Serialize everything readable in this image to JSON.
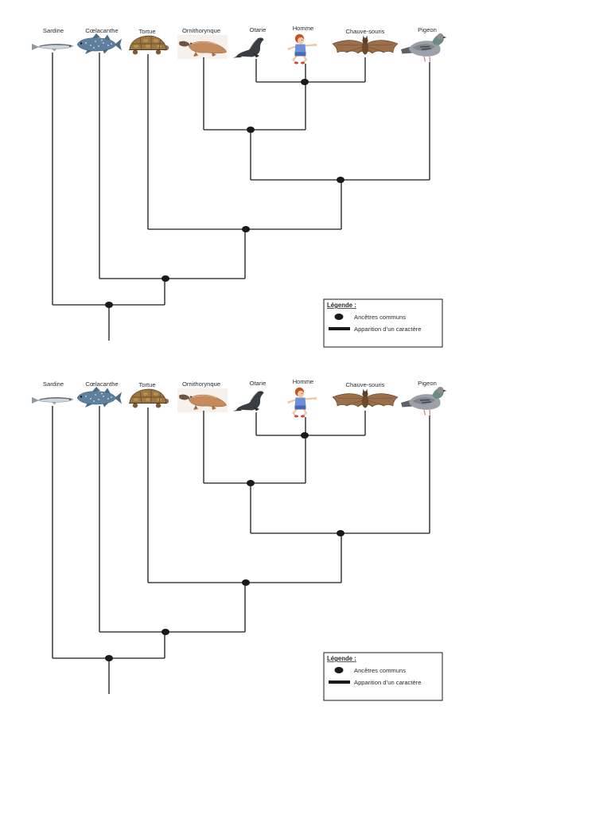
{
  "cladogram": {
    "taxa": [
      {
        "label": "Sardine",
        "image": "sardine"
      },
      {
        "label": "Cœlacanthe",
        "image": "coelacanth"
      },
      {
        "label": "Tortue",
        "image": "tortoise"
      },
      {
        "label": "Ornithorynque",
        "image": "platypus"
      },
      {
        "label": "Otarie",
        "image": "sea-lion"
      },
      {
        "label": "Homme",
        "image": "human"
      },
      {
        "label": "Chauve-souris",
        "image": "bat"
      },
      {
        "label": "Pigeon",
        "image": "pigeon"
      }
    ],
    "legend": {
      "title": "Légende :",
      "items": [
        {
          "symbol": "node-dot",
          "label": "Ancêtres communs"
        },
        {
          "symbol": "bar",
          "label": "Apparition d’un caractère"
        }
      ]
    },
    "colors": {
      "line": "#1a1a1a",
      "background": "#ffffff"
    }
  }
}
